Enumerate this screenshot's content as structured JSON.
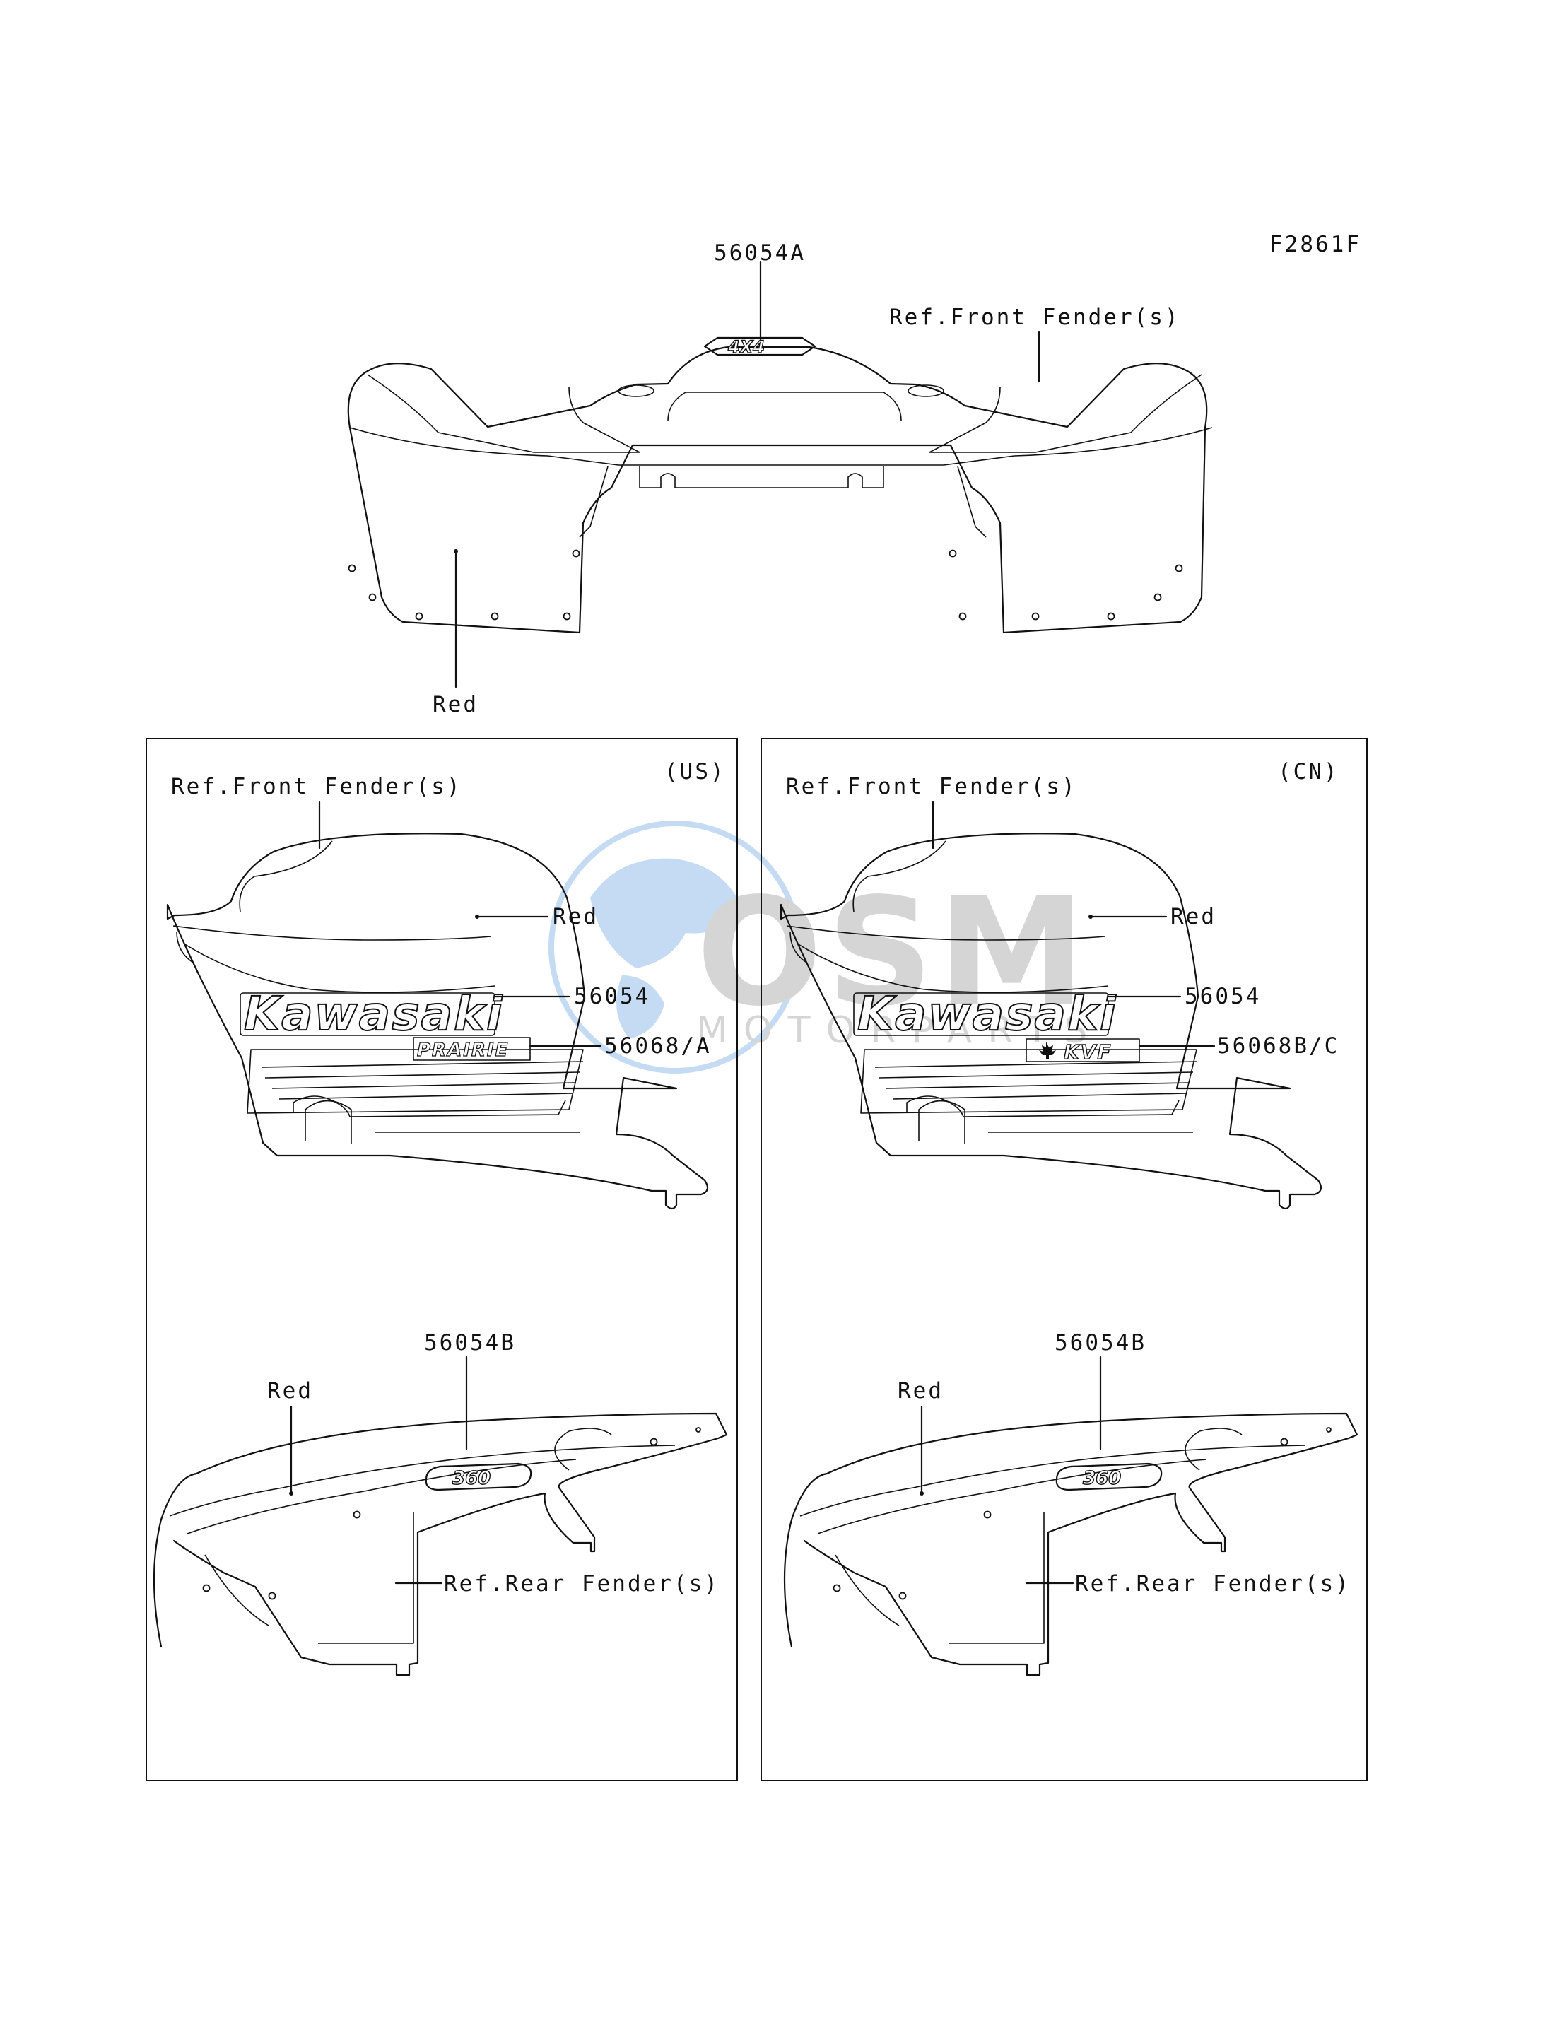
{
  "figure_code": "F2861F",
  "colors": {
    "line": "#111111",
    "background": "#ffffff",
    "watermark_blue": "#2f7fd6",
    "watermark_gray": "#6b6b6b"
  },
  "top": {
    "part_label": "56054A",
    "ref_label": "Ref.Front Fender(s)",
    "color_label": "Red",
    "emblem_text": "4X4"
  },
  "panels": [
    {
      "region": "(US)",
      "front_ref": "Ref.Front Fender(s)",
      "front_color": "Red",
      "part_kawasaki": "56054",
      "part_emblem": "56068/A",
      "emblem_text": "PRAIRIE",
      "rear_part": "56054B",
      "rear_color": "Red",
      "rear_ref": "Ref.Rear Fender(s)",
      "rear_emblem": "360"
    },
    {
      "region": "(CN)",
      "front_ref": "Ref.Front Fender(s)",
      "front_color": "Red",
      "part_kawasaki": "56054",
      "part_emblem": "56068B/C",
      "emblem_text": "KVF",
      "rear_part": "56054B",
      "rear_color": "Red",
      "rear_ref": "Ref.Rear Fender(s)",
      "rear_emblem": "360"
    }
  ],
  "brand_text": "Kawasaki",
  "watermark": {
    "logo": "OSM",
    "subtitle": "MOTORPARTS"
  }
}
